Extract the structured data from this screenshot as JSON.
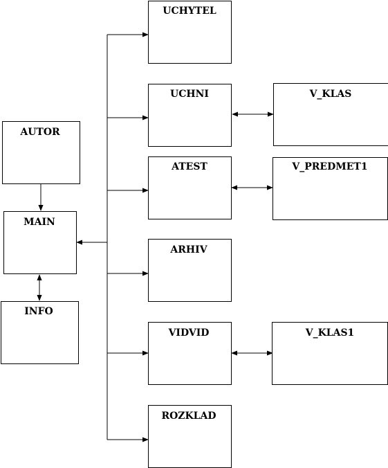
{
  "boxes": {
    "uchytel": "UCHYTEL",
    "uchni": "UCHNI",
    "v_klas": "V_KLAS",
    "atest": "ATEST",
    "v_predmet1": "V_PREDMET1",
    "autor": "AUTOR",
    "main": "MAIN",
    "arhiv": "ARHIV",
    "info": "INFO",
    "vidvid": "VIDVID",
    "v_klas1": "V_KLAS1",
    "rozklad": "ROZKLAD"
  },
  "connections": [
    {
      "from": "autor",
      "to": "main",
      "type": "one-way"
    },
    {
      "from": "main",
      "to": "info",
      "type": "two-way"
    },
    {
      "from": "bus",
      "to": "main",
      "type": "one-way"
    },
    {
      "from": "bus",
      "to": "uchytel",
      "type": "one-way"
    },
    {
      "from": "bus",
      "to": "uchni",
      "type": "one-way"
    },
    {
      "from": "bus",
      "to": "atest",
      "type": "one-way"
    },
    {
      "from": "bus",
      "to": "arhiv",
      "type": "one-way"
    },
    {
      "from": "bus",
      "to": "vidvid",
      "type": "one-way"
    },
    {
      "from": "bus",
      "to": "rozklad",
      "type": "one-way"
    },
    {
      "from": "uchni",
      "to": "v_klas",
      "type": "two-way"
    },
    {
      "from": "atest",
      "to": "v_predmet1",
      "type": "two-way"
    },
    {
      "from": "vidvid",
      "to": "v_klas1",
      "type": "two-way"
    }
  ]
}
